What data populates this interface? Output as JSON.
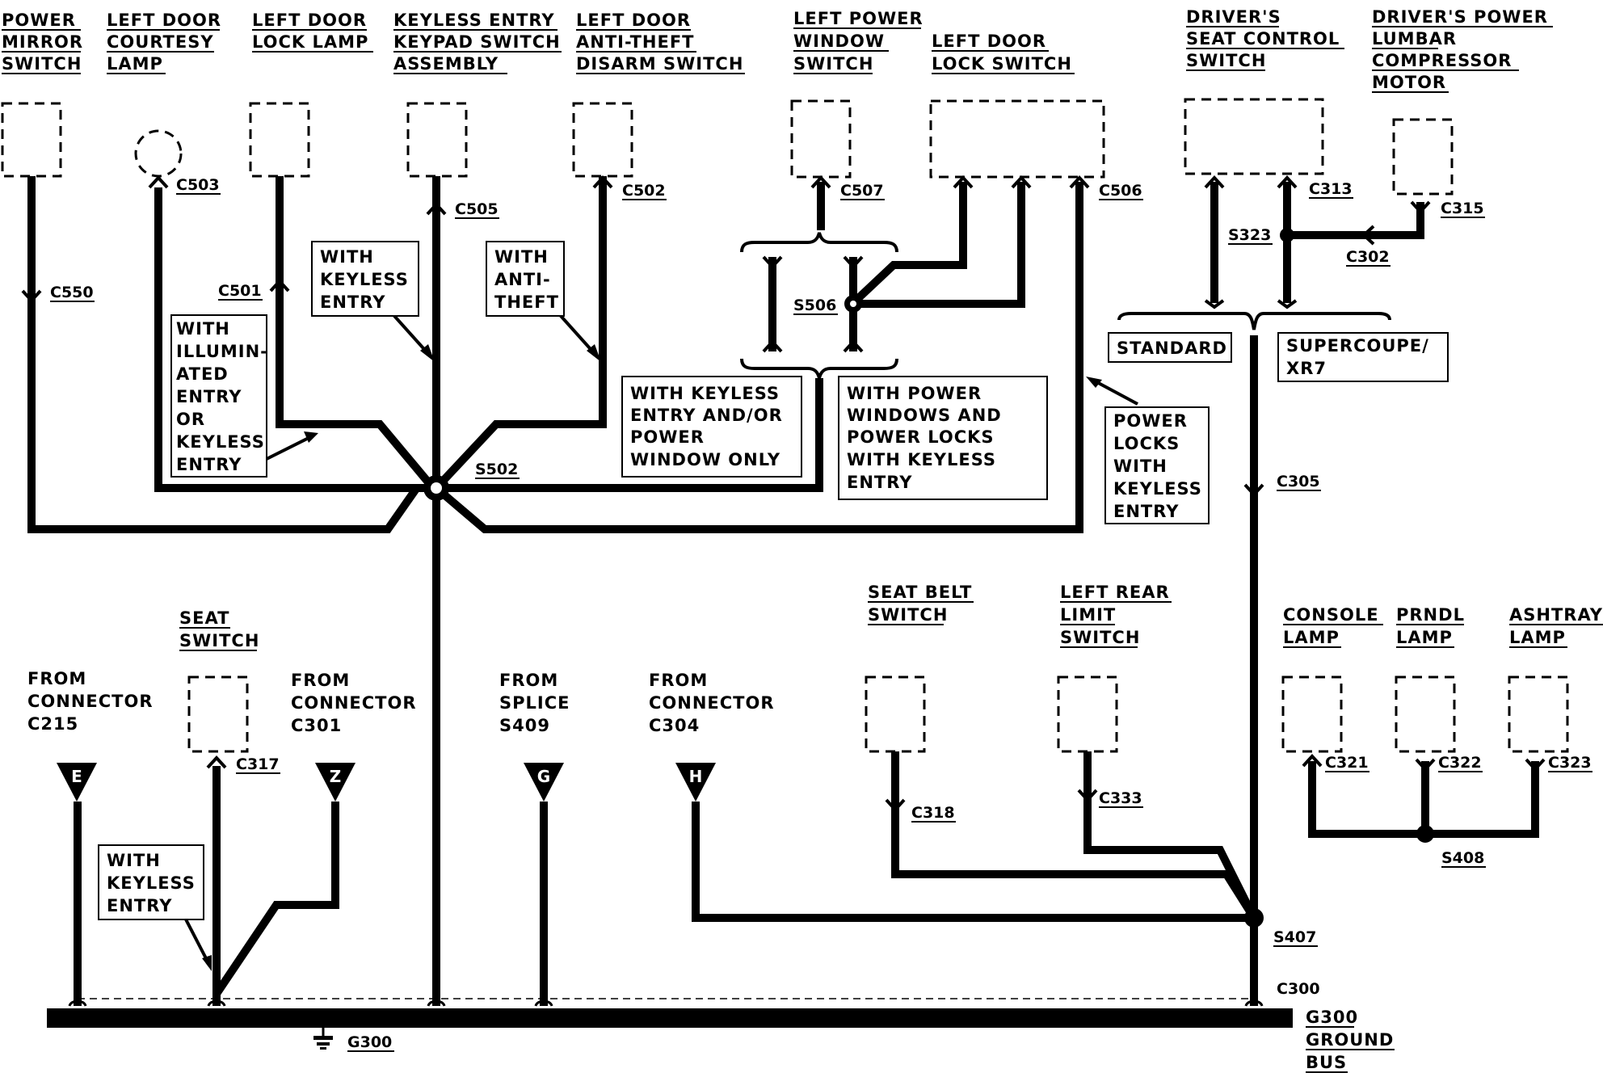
{
  "components": {
    "power_mirror_switch": [
      "POWER",
      "MIRROR",
      "SWITCH"
    ],
    "left_door_courtesy_lamp": [
      "LEFT DOOR",
      "COURTESY",
      "LAMP"
    ],
    "left_door_lock_lamp": [
      "LEFT DOOR",
      "LOCK LAMP"
    ],
    "keyless_entry_keypad": [
      "KEYLESS ENTRY",
      "KEYPAD SWITCH",
      "ASSEMBLY"
    ],
    "left_door_antitheft": [
      "LEFT DOOR",
      "ANTI-THEFT",
      "DISARM SWITCH"
    ],
    "left_power_window_switch": [
      "LEFT POWER",
      "WINDOW",
      "SWITCH"
    ],
    "left_door_lock_switch": [
      "LEFT DOOR",
      "LOCK SWITCH"
    ],
    "drivers_seat_control": [
      "DRIVER'S",
      "SEAT CONTROL",
      "SWITCH"
    ],
    "drivers_lumbar_motor": [
      "DRIVER'S POWER",
      "LUMBAR",
      "COMPRESSOR",
      "MOTOR"
    ],
    "seat_switch": [
      "SEAT",
      "SWITCH"
    ],
    "seat_belt_switch": [
      "SEAT BELT",
      "SWITCH"
    ],
    "left_rear_limit_switch": [
      "LEFT REAR",
      "LIMIT",
      "SWITCH"
    ],
    "console_lamp": [
      "CONSOLE",
      "LAMP"
    ],
    "prndl_lamp": [
      "PRNDL",
      "LAMP"
    ],
    "ashtray_lamp": [
      "ASHTRAY",
      "LAMP"
    ]
  },
  "sources": {
    "from_c215": [
      "FROM",
      "CONNECTOR",
      "C215"
    ],
    "from_c301": [
      "FROM",
      "CONNECTOR",
      "C301"
    ],
    "from_s409": [
      "FROM",
      "SPLICE",
      "S409"
    ],
    "from_c304": [
      "FROM",
      "CONNECTOR",
      "C304"
    ]
  },
  "terminals": {
    "e": "E",
    "z": "Z",
    "g": "G",
    "h": "H"
  },
  "connectors": {
    "c550": "C550",
    "c503": "C503",
    "c501": "C501",
    "c505": "C505",
    "c502": "C502",
    "c507": "C507",
    "c506": "C506",
    "c313": "C313",
    "c315": "C315",
    "c302": "C302",
    "c305": "C305",
    "c317": "C317",
    "c318": "C318",
    "c333": "C333",
    "c321": "C321",
    "c322": "C322",
    "c323": "C323",
    "c300": "C300"
  },
  "splices": {
    "s502": "S502",
    "s506": "S506",
    "s323": "S323",
    "s407": "S407",
    "s408": "S408"
  },
  "notes": {
    "with_keyless_entry_top": [
      "WITH",
      "KEYLESS",
      "ENTRY"
    ],
    "with_anti_theft": [
      "WITH",
      "ANTI-",
      "THEFT"
    ],
    "with_illuminated_entry": [
      "WITH",
      "ILLUMIN-",
      "ATED",
      "ENTRY",
      "OR",
      "KEYLESS",
      "ENTRY"
    ],
    "with_keyless_or_power_window": [
      "WITH KEYLESS",
      "ENTRY AND/OR",
      "POWER",
      "WINDOW ONLY"
    ],
    "with_power_windows_locks": [
      "WITH POWER",
      "WINDOWS AND",
      "POWER LOCKS",
      "WITH KEYLESS",
      "ENTRY"
    ],
    "power_locks_keyless": [
      "POWER",
      "LOCKS",
      "WITH",
      "KEYLESS",
      "ENTRY"
    ],
    "standard": "STANDARD",
    "supercoupe": [
      "SUPERCOUPE/",
      "XR7"
    ],
    "with_keyless_entry_bottom": [
      "WITH",
      "KEYLESS",
      "ENTRY"
    ]
  },
  "ground": {
    "g300": "G300",
    "bus_label": [
      "G300",
      "GROUND",
      "BUS"
    ]
  }
}
